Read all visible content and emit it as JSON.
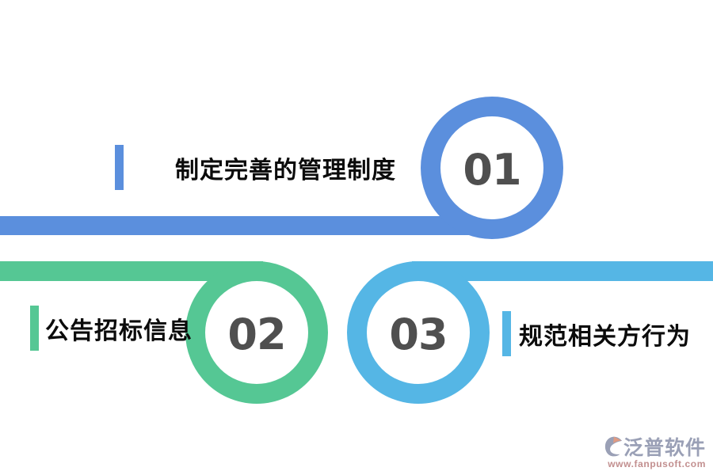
{
  "items": [
    {
      "number": "01",
      "label": "制定完善的管理制度",
      "color": "#5B8FDD"
    },
    {
      "number": "02",
      "label": "公告招标信息",
      "color": "#55C794"
    },
    {
      "number": "03",
      "label": "规范相关方行为",
      "color": "#55B6E5"
    }
  ],
  "colors": {
    "number-gray": "#4F4F4F",
    "label-black": "#0B0B0B",
    "brand-gray": "#9AA0B6",
    "url-rose": "#C28F8F",
    "logo-accent": "#E09A82"
  },
  "footer": {
    "brand": "泛普软件",
    "url": "www.fanpusoft.com"
  }
}
